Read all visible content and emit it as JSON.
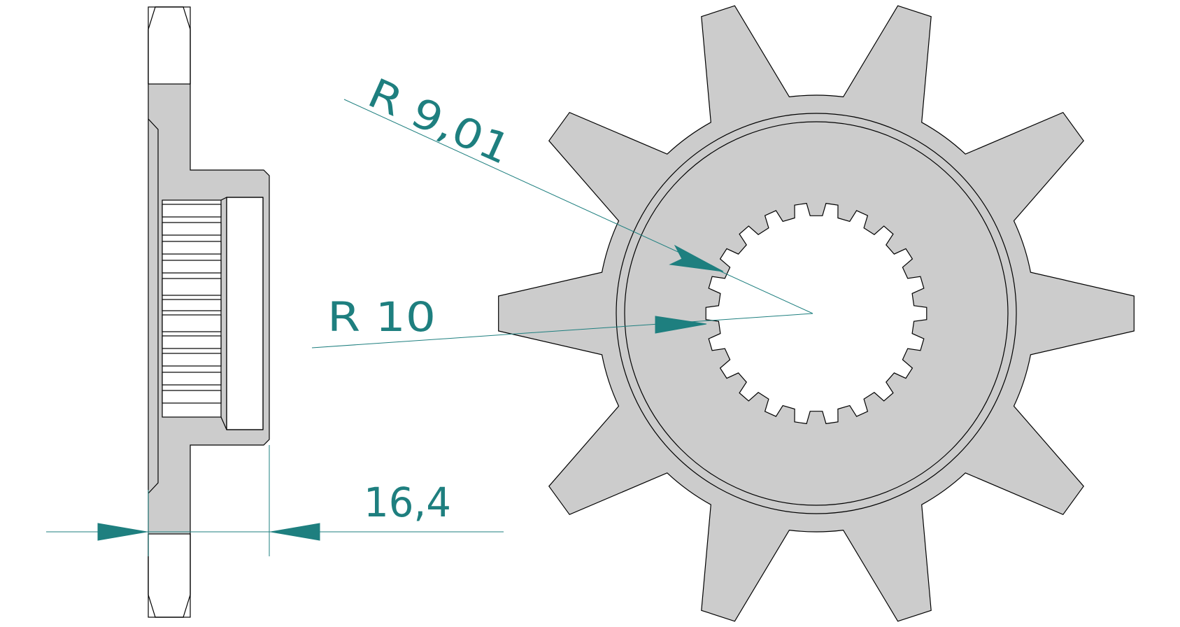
{
  "dimensions": {
    "outer_radius_label": "R 9,01",
    "inner_radius_label": "R 10",
    "width_label": "16,4"
  },
  "colors": {
    "part_fill": "#cccccc",
    "outline": "#000000",
    "dimension": "#1e7f7f",
    "background": "#ffffff"
  }
}
